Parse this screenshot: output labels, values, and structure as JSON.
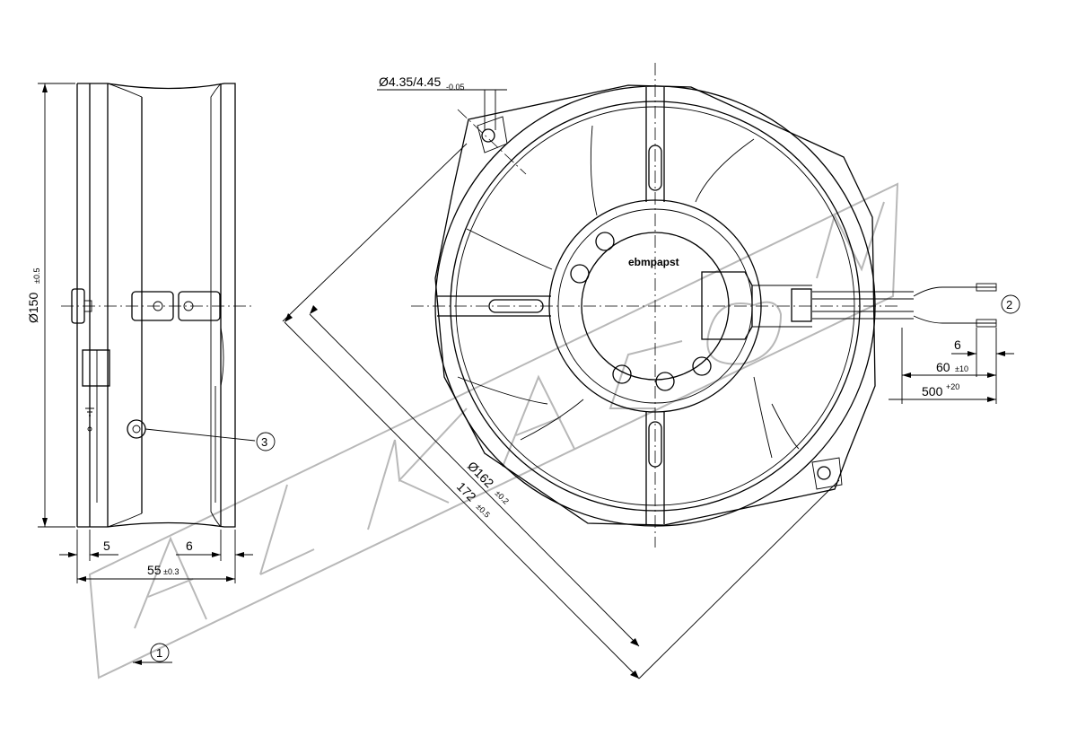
{
  "drawing": {
    "brand_label": "ebmpapst",
    "watermark_text": "ALKACON",
    "side_view": {
      "dim_diameter_main": "Ø150",
      "dim_diameter_tol": "±0.5",
      "dim_left": "5",
      "dim_right": "6",
      "dim_length_main": "55",
      "dim_length_tol": "±0.3",
      "callout_ground": "3",
      "callout_airflow": "1"
    },
    "front_view": {
      "hole_main": "Ø4.35/4.45",
      "hole_tol": "-0.05",
      "dim_diag_inner_main": "Ø162",
      "dim_diag_inner_tol": "±0.2",
      "dim_diag_outer_main": "172",
      "dim_diag_outer_tol": "±0.5",
      "callout_cable": "2",
      "dim_strip": "6",
      "dim_lead_main": "60",
      "dim_lead_tol": "±10",
      "dim_cable_main": "500",
      "dim_cable_tol": "+20"
    }
  }
}
